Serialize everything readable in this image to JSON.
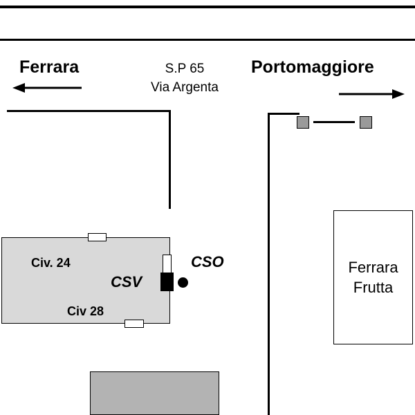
{
  "map": {
    "left_destination": "Ferrara",
    "road_number": "S.P 65",
    "road_street": "Via Argenta",
    "right_destination": "Portomaggiore",
    "csv_building": {
      "civ24_label": "Civ. 24",
      "csv_label": "CSV",
      "civ28_label": "Civ 28"
    },
    "cso_label": "CSO",
    "ferrara_frutta": {
      "line1": "Ferrara",
      "line2": "Frutta"
    },
    "colors": {
      "road": "#000000",
      "csv_building_fill": "#d9d9d9",
      "bottom_building_fill": "#b3b3b3",
      "small_square_fill": "#9a9a9a",
      "background": "#ffffff"
    }
  }
}
